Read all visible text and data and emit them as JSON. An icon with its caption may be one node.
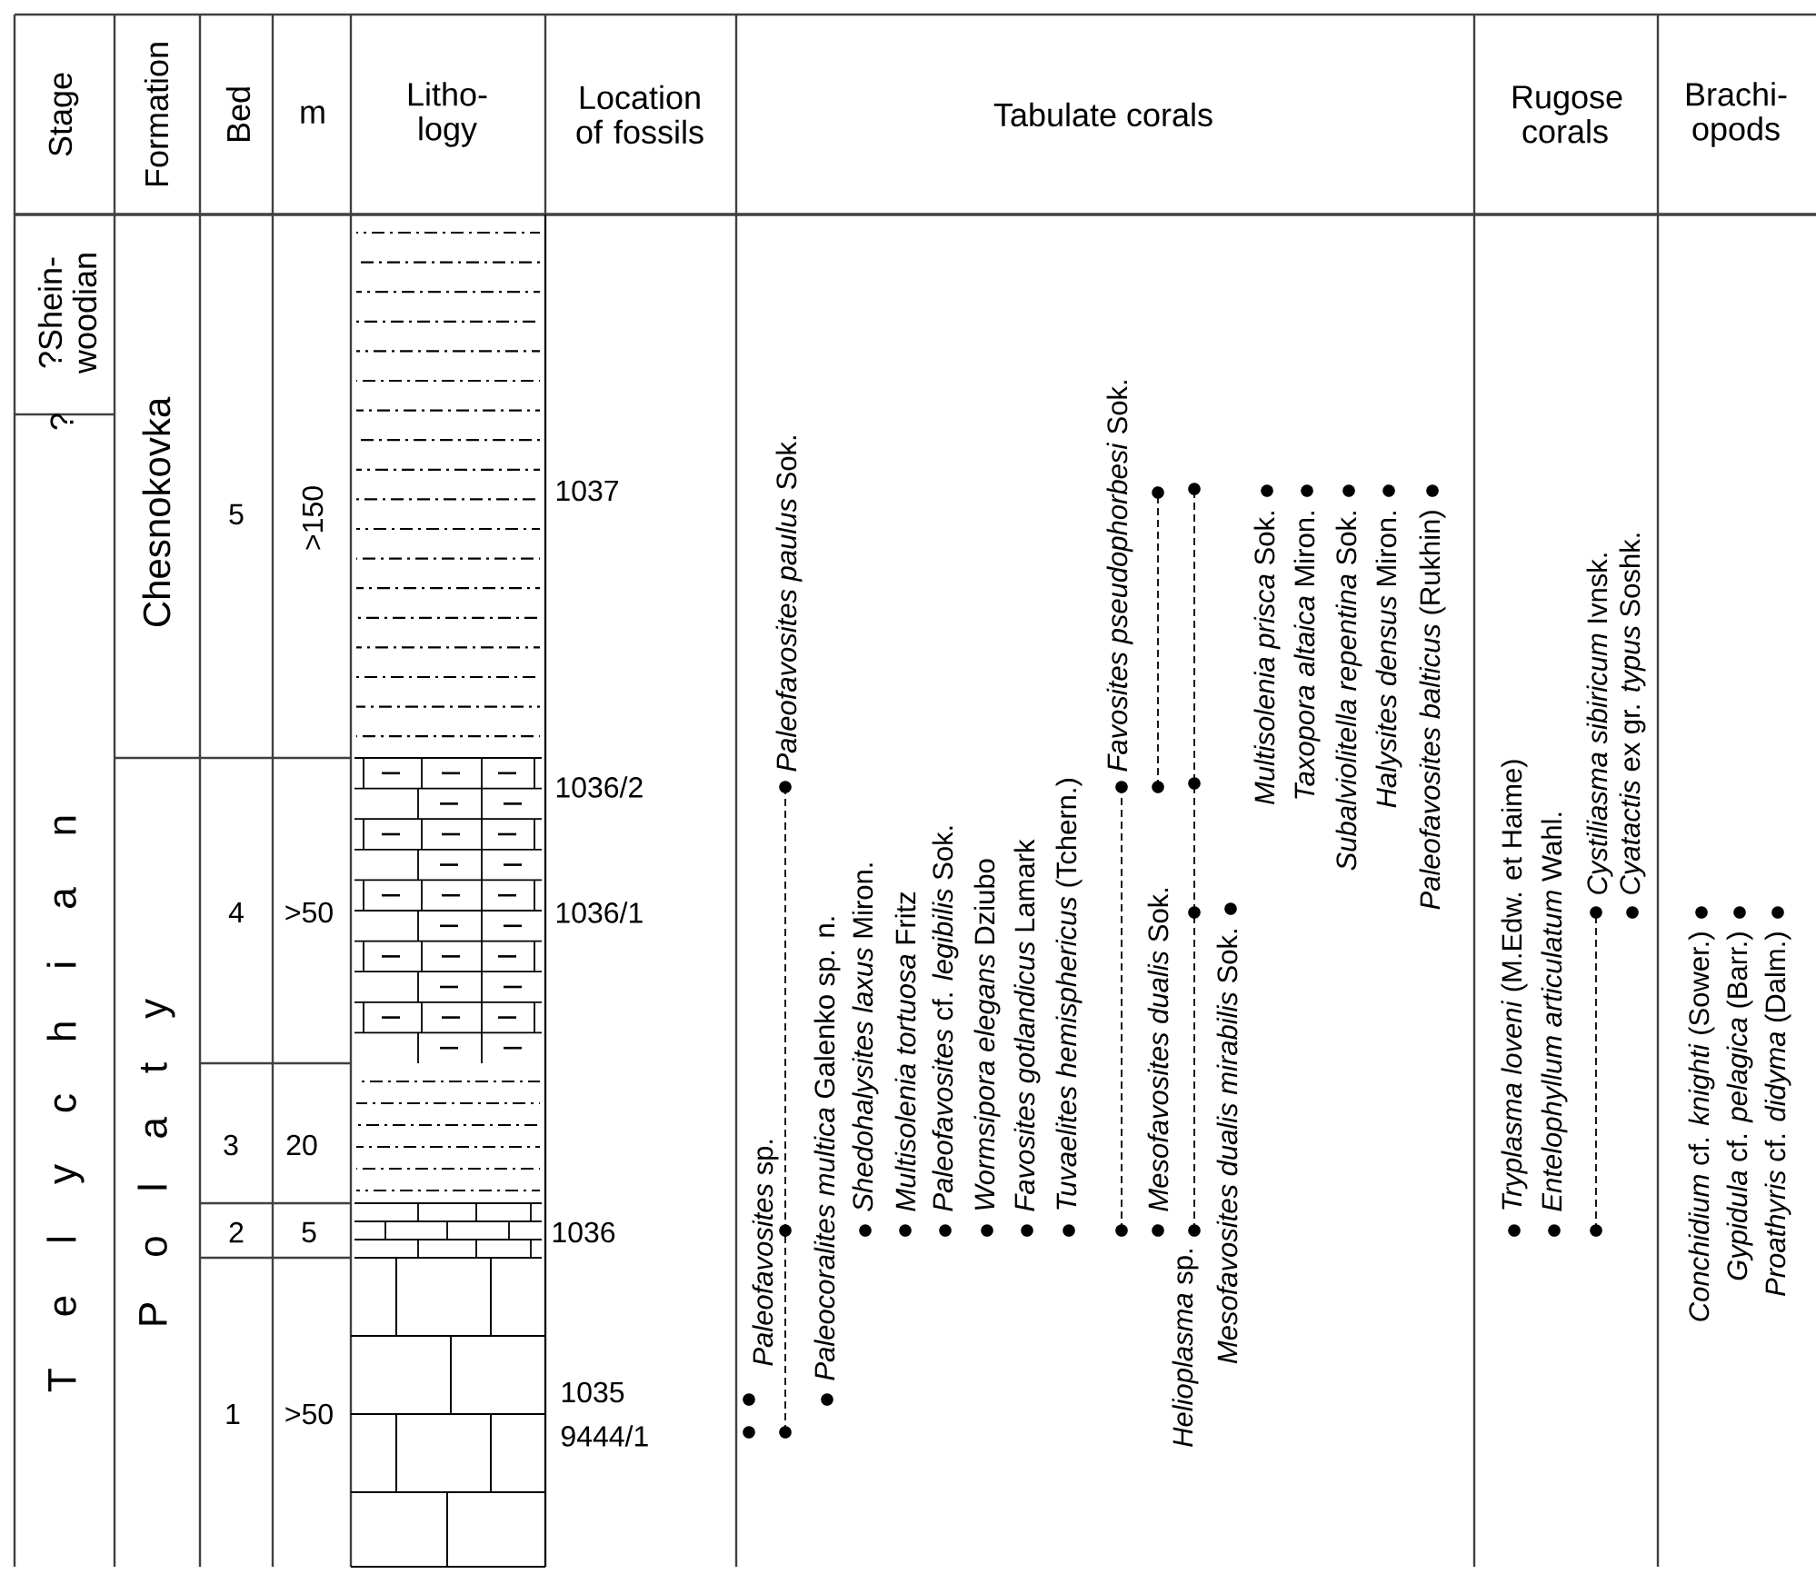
{
  "diagram": {
    "labels": [
      "Stage",
      "Formation",
      "Bed",
      "m",
      "Litho- logy",
      "Location of fossils",
      "Tabulate corals",
      "Rugose corals",
      "Brachi- opods",
      "?Shein- woodian",
      "?",
      "T e l y c h i a n",
      "Chesnokovka",
      "P o l a t y",
      "5",
      ">150",
      "4",
      ">50",
      "3",
      "20",
      "2",
      "5",
      "1",
      ">50",
      "1037",
      "1036/2",
      "1036/1",
      "1036",
      "1035",
      "9444/1",
      "*Paleofavosites* sp.",
      "*Paleofavosites paulus* Sok.",
      "*Paleocoralites multica* Galenko sp. n.",
      "*Shedohalysites laxus* Miron.",
      "*Multisolenia tortuosa* Fritz",
      "*Paleofavosites* cf. *legibilis* Sok.",
      "*Wormsipora elegans* Dziubo",
      "*Favosites gotlandicus* Lamark",
      "*Tuvaelites hemisphericus* (Tchern.)",
      "*Favosites pseudophorbesi* Sok.",
      "*Mesofavosites dualis* Sok.",
      "*Helioplasma* sp.",
      "*Mesofavosites dualis mirabilis* Sok.",
      "*Multisolenia prisca* Sok.",
      "*Taxopora altaica* Miron.",
      "*Subalviolitella repentina* Sok.",
      "*Halysites densus* Miron.",
      "*Paleofavosites balticus* (Rukhin)",
      "*Tryplasma loveni* (M.Edw. et Haime)",
      "*Entelophyllum articulatum* Wahl.",
      "*Cystiliasma sibiricum* Ivnsk.",
      "*Cyatactis* ex gr. *typus* Soshk.",
      "*Conchidium* cf. *knighti* (Sower.)",
      "*Gypidula* cf. *pelagica* (Barr.)",
      "*Proathyris* cf. *didyma* (Dalm.)"
    ]
  }
}
